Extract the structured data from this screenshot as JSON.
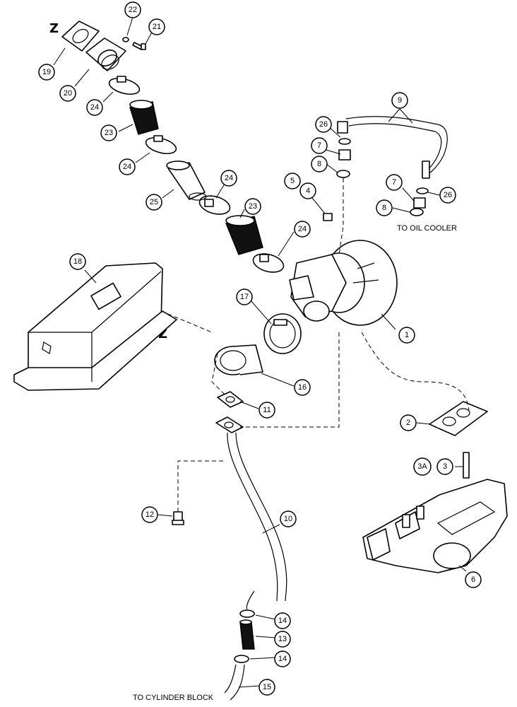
{
  "callouts": {
    "c1": "1",
    "c2": "2",
    "c3": "3",
    "c3a": "3A",
    "c4": "4",
    "c5": "5",
    "c6": "6",
    "c7a": "7",
    "c7b": "7",
    "c8a": "8",
    "c8b": "8",
    "c9": "9",
    "c10": "10",
    "c11": "11",
    "c12": "12",
    "c13": "13",
    "c14a": "14",
    "c14b": "14",
    "c15": "15",
    "c16": "16",
    "c17": "17",
    "c18": "18",
    "c19": "19",
    "c20": "20",
    "c21": "21",
    "c22": "22",
    "c23a": "23",
    "c23b": "23",
    "c24a": "24",
    "c24b": "24",
    "c24c": "24",
    "c24d": "24",
    "c25": "25",
    "c26a": "26",
    "c26b": "26"
  },
  "notes": {
    "oil_cooler": "TO OIL COOLER",
    "cylinder_block": "TO CYLINDER BLOCK"
  },
  "markers": {
    "z_top": "Z",
    "z_mid": "Z"
  }
}
